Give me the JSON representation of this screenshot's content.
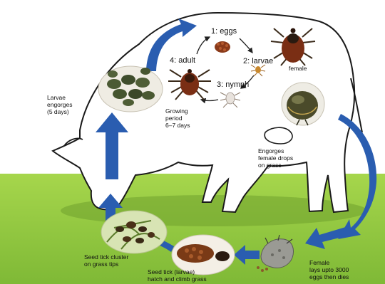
{
  "cycle": {
    "step1": "1: eggs",
    "step2": "2: larvae",
    "step3": "3: nymph",
    "step4": "4: adult",
    "female": "female"
  },
  "labels": {
    "growing": "Growing\nperiod\n6–7 days",
    "larvae_engorges": "Larvae\nengorges\n(5 days)",
    "engorged_female": "Engorges\nfemale drops\non grass",
    "female_lays": "Female\nlays upto 3000\neggs then dies",
    "seed_tick_hatch": "Seed tick (larvae)\nhatch and climb grass",
    "seed_tick_cluster": "Seed tick cluster\non grass tips"
  },
  "colors": {
    "grass": "#8dc63f",
    "arrow": "#2a5db0",
    "tick_body": "#7a2e14",
    "engorged_tick": "#4a4a2a"
  }
}
